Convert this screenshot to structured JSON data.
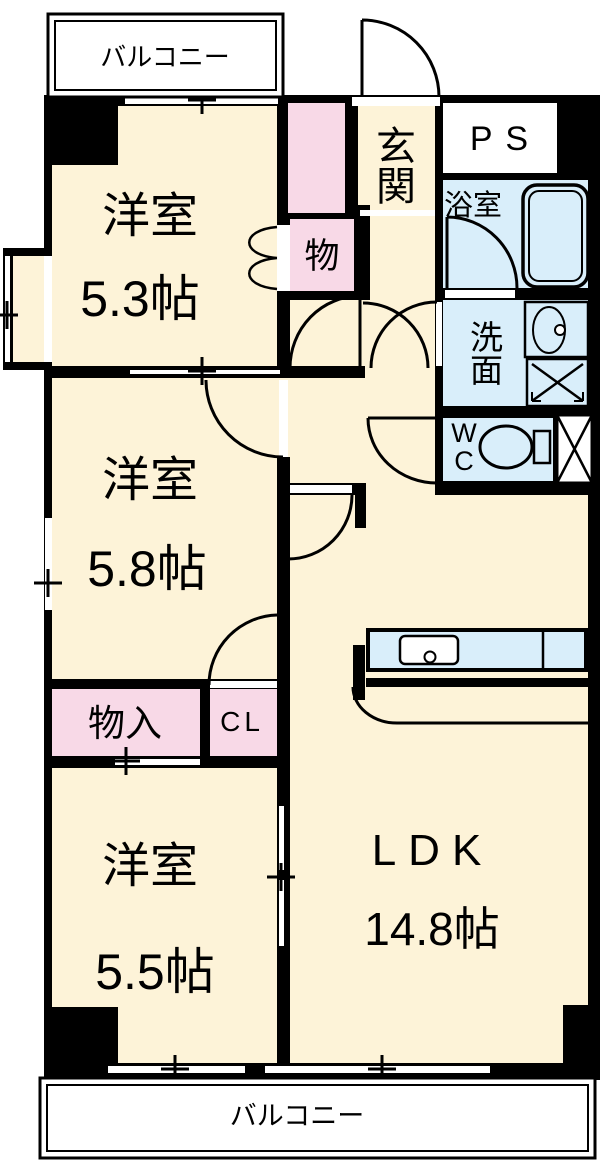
{
  "plan": {
    "title": "3LDK apartment floor plan",
    "balcony_top": {
      "label": "バルコニー"
    },
    "balcony_bottom": {
      "label": "バルコニー"
    },
    "entrance": {
      "label": "玄関"
    },
    "pipe_space": {
      "label": "P S"
    },
    "bathroom": {
      "label": "浴室"
    },
    "washroom": {
      "label": "洗面"
    },
    "wc": {
      "label": "WC"
    },
    "storage_hall": {
      "label": "物"
    },
    "storage_bedroom3": {
      "label": "物入"
    },
    "closet": {
      "label": "CL"
    },
    "bedroom1": {
      "label": "洋室",
      "size": "5.3帖"
    },
    "bedroom2": {
      "label": "洋室",
      "size": "5.8帖"
    },
    "bedroom3": {
      "label": "洋室",
      "size": "5.5帖"
    },
    "ldk": {
      "label": "LDK",
      "size": "14.8帖"
    },
    "colors": {
      "wall": "#000000",
      "room_fill": "#fdf3d8",
      "closet_fill": "#f8d9e7",
      "wet_area_fill": "#d9eefa",
      "background": "#ffffff"
    }
  }
}
